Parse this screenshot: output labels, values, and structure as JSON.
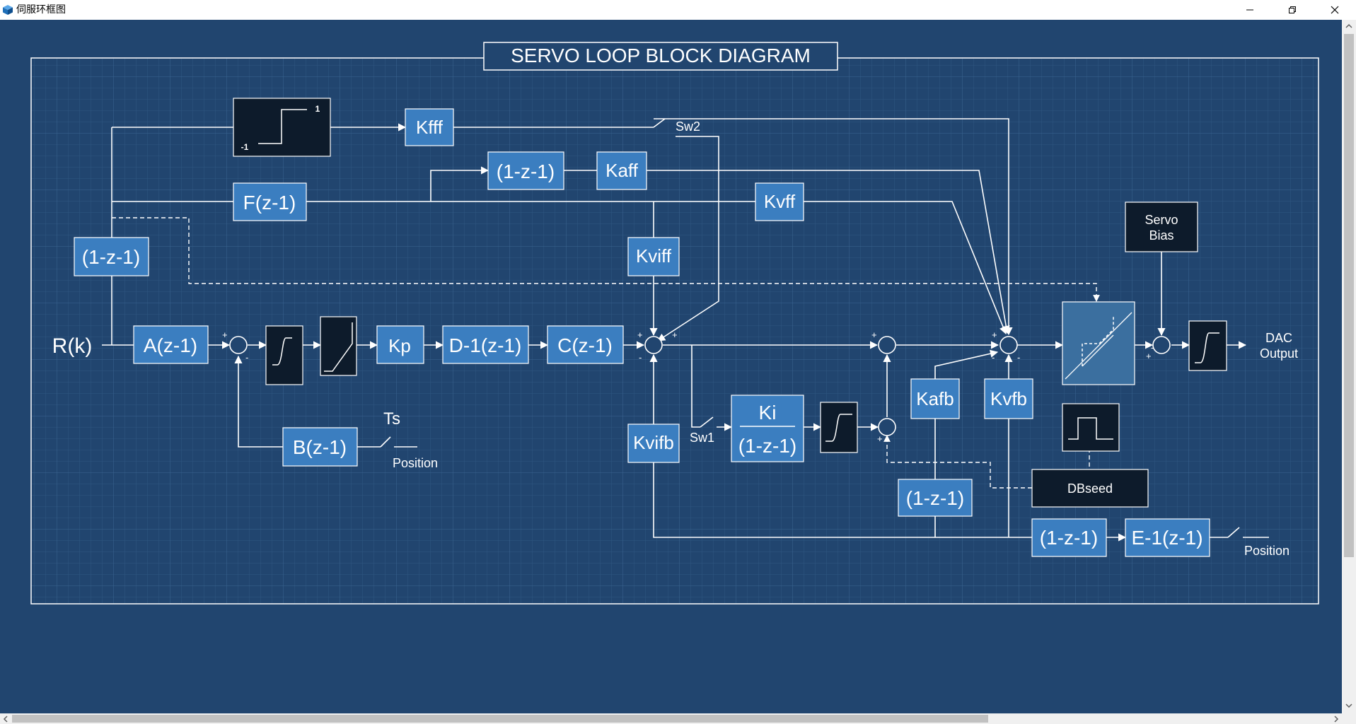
{
  "window": {
    "title": "伺服环框图",
    "icon": "cube-app-icon",
    "controls": [
      "minimize-icon",
      "restore-icon",
      "close-icon"
    ]
  },
  "diagram": {
    "title": "SERVO LOOP BLOCK DIAGRAM",
    "input": "R(k)",
    "blocks": {
      "A": "A(z-1)",
      "B": "B(z-1)",
      "D": "D-1(z-1)",
      "C": "C(z-1)",
      "F": "F(z-1)",
      "diff_top": "(1-z-1)",
      "diff_left": "(1-z-1)",
      "diff_afb": "(1-z-1)",
      "diff_bottom": "(1-z-1)",
      "E": "E-1(z-1)",
      "Kp": "Kp",
      "Kfff": "Kfff",
      "Kaff": "Kaff",
      "Kvff": "Kvff",
      "Kviff": "Kviff",
      "Kvifb": "Kvifb",
      "Ki_num": "Ki",
      "Ki_den": "(1-z-1)",
      "Kafb": "Kafb",
      "Kvfb": "Kvfb",
      "servo_bias_line1": "Servo",
      "servo_bias_line2": "Bias",
      "dbseed": "DBseed",
      "step_hi": "1",
      "step_lo": "-1"
    },
    "switches": {
      "sw1": "Sw1",
      "sw2": "Sw2",
      "ts": "Ts"
    },
    "labels": {
      "position_left": "Position",
      "position_right": "Position",
      "output_line1": "DAC",
      "output_line2": "Output"
    },
    "colors": {
      "background": "#21456f",
      "block_fill": "#3b7ec0",
      "dark_block_fill": "#0d1b2b",
      "line": "#ffffff"
    }
  }
}
